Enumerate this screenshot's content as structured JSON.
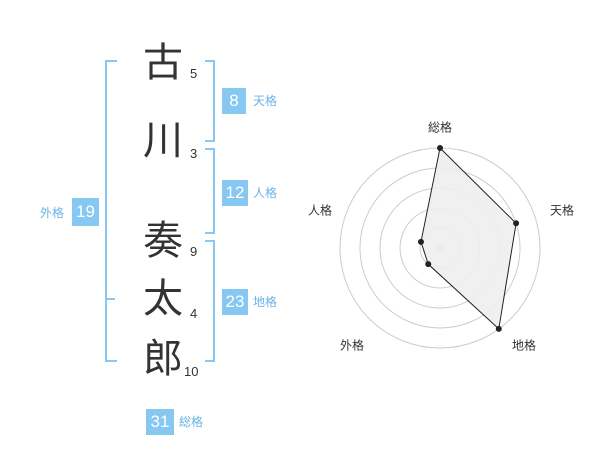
{
  "name": {
    "chars": [
      {
        "char": "古",
        "strokes": "5"
      },
      {
        "char": "川",
        "strokes": "3"
      },
      {
        "char": "奏",
        "strokes": "9"
      },
      {
        "char": "太",
        "strokes": "4"
      },
      {
        "char": "郎",
        "strokes": "10"
      }
    ]
  },
  "kakusu": {
    "tenkaku": {
      "label": "天格",
      "value": "8"
    },
    "jinkaku": {
      "label": "人格",
      "value": "12"
    },
    "chikaku": {
      "label": "地格",
      "value": "23"
    },
    "gaikaku": {
      "label": "外格",
      "value": "19"
    },
    "soukaku": {
      "label": "総格",
      "value": "31"
    }
  },
  "radar": {
    "axes": [
      "総格",
      "天格",
      "地格",
      "外格",
      "人格"
    ],
    "values": [
      5,
      4,
      5,
      1,
      1
    ],
    "max": 5,
    "rings": 5,
    "colors": {
      "grid": "#cccccc",
      "fill": "#eeeeee",
      "line": "#222222",
      "center": "#cccccc"
    }
  },
  "colors": {
    "accent": "#86c8f2",
    "label": "#6ab3e6"
  }
}
